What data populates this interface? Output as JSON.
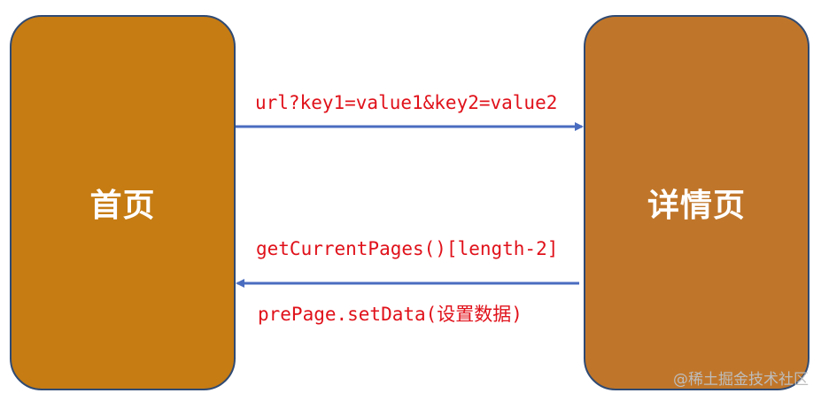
{
  "nodes": {
    "home": {
      "label": "首页",
      "fill": "#c67c13"
    },
    "detail": {
      "label": "详情页",
      "fill": "#c0762a"
    }
  },
  "edges": {
    "forward": {
      "label": "url?key1=value1&key2=value2",
      "direction": "home-to-detail"
    },
    "backward": {
      "label_top": "getCurrentPages()[length-2]",
      "label_bottom": "prePage.setData(设置数据)",
      "direction": "detail-to-home"
    }
  },
  "colors": {
    "box_border": "#2f4a73",
    "arrow": "#4a6cc0",
    "edge_text": "#e0111a",
    "node_text": "#ffffff"
  },
  "watermark": "@稀土掘金技术社区"
}
